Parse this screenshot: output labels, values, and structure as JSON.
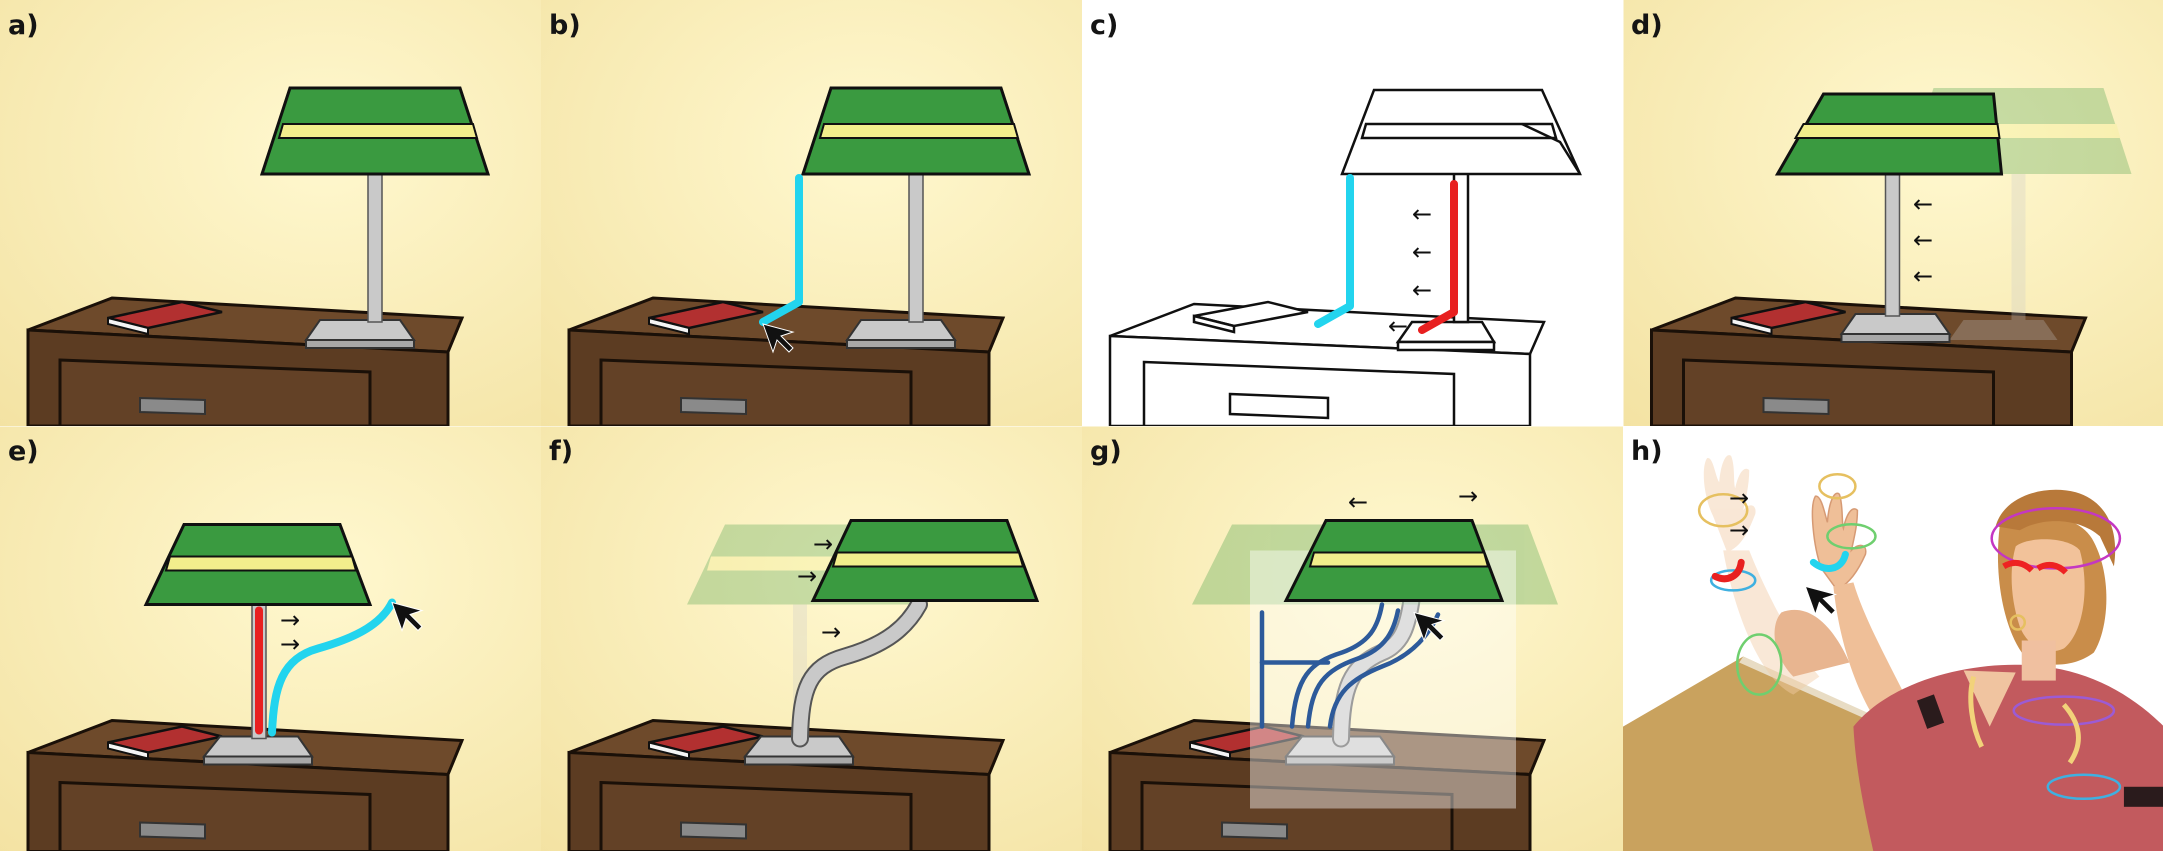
{
  "figure": {
    "panels": [
      {
        "id": "a",
        "label": "a)"
      },
      {
        "id": "b",
        "label": "b)"
      },
      {
        "id": "c",
        "label": "c)"
      },
      {
        "id": "d",
        "label": "d)"
      },
      {
        "id": "e",
        "label": "e)"
      },
      {
        "id": "f",
        "label": "f)"
      },
      {
        "id": "g",
        "label": "g)"
      },
      {
        "id": "h",
        "label": "h)"
      }
    ],
    "glyphs": {
      "left": "←",
      "right": "→"
    }
  },
  "colors": {
    "wall": "#f7e8ad",
    "wood": "#6e4a2b",
    "shade": "#3a9a40",
    "shade_band": "#f2ee8c",
    "stem": "#c9c9c9",
    "book": "#b23030",
    "cyan_stroke": "#22d4ee",
    "red_stroke": "#e82020",
    "blue_curve": "#2d5a9a"
  }
}
